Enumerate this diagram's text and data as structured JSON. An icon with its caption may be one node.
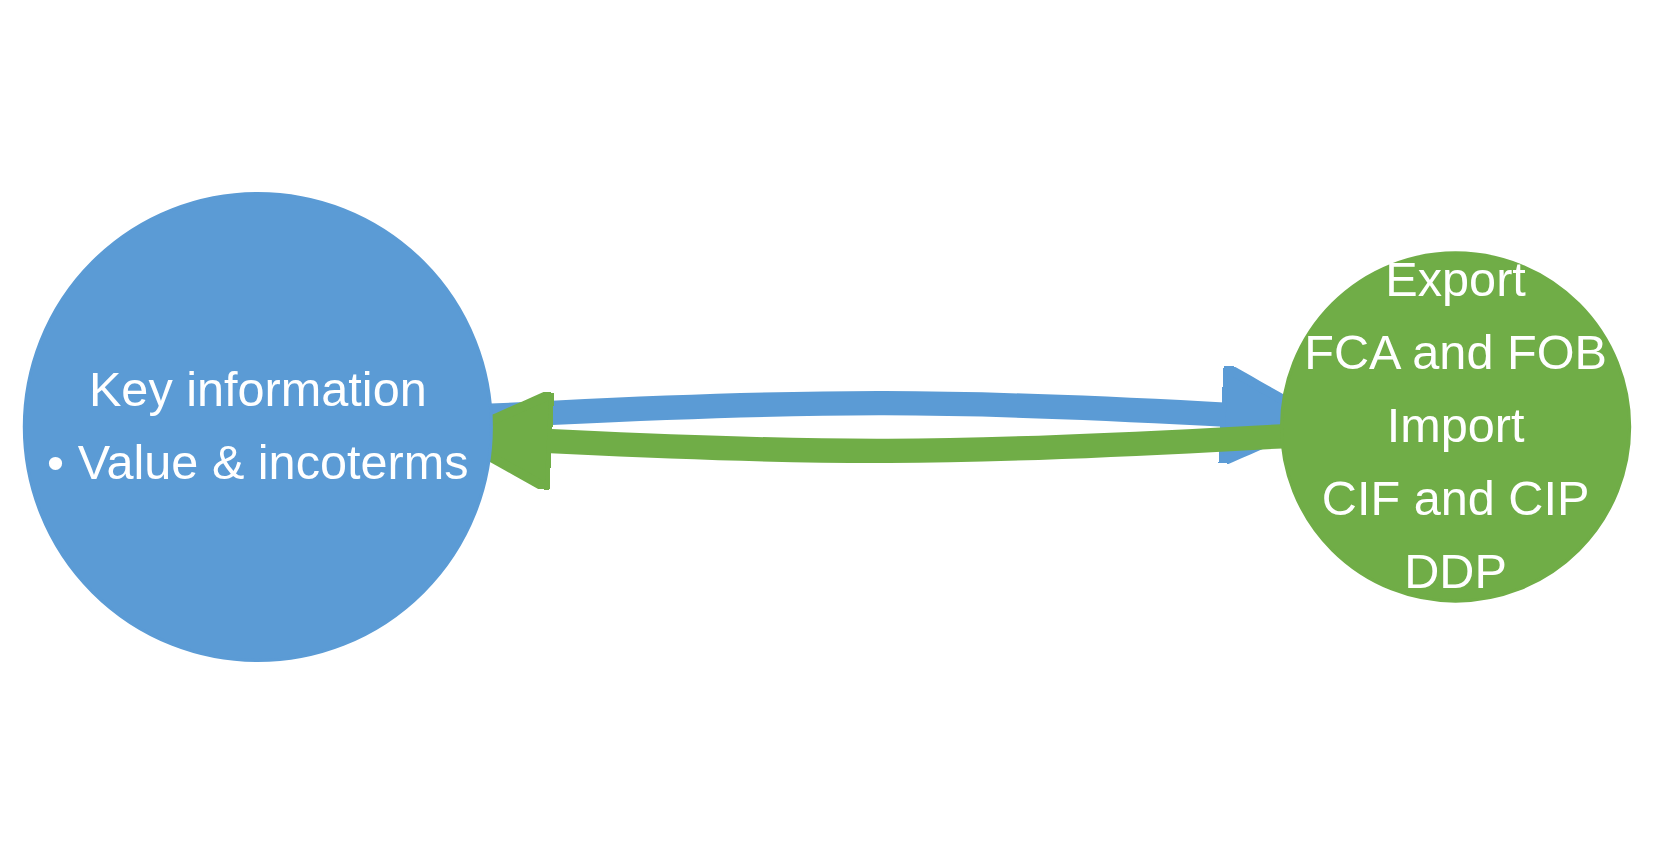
{
  "diagram": {
    "nodes": [
      {
        "text": [
          "Key information",
          "• Value & incoterms"
        ]
      },
      {
        "text": [
          "Export",
          "FCA and FOB",
          "Import",
          "CIF and CIP",
          "DDP"
        ]
      }
    ],
    "edges": [
      {
        "from": 0,
        "to": 1,
        "arrow": "to",
        "color": "#5b9bd5"
      },
      {
        "from": 1,
        "to": 0,
        "arrow": "to",
        "color": "#70ad47"
      }
    ]
  }
}
